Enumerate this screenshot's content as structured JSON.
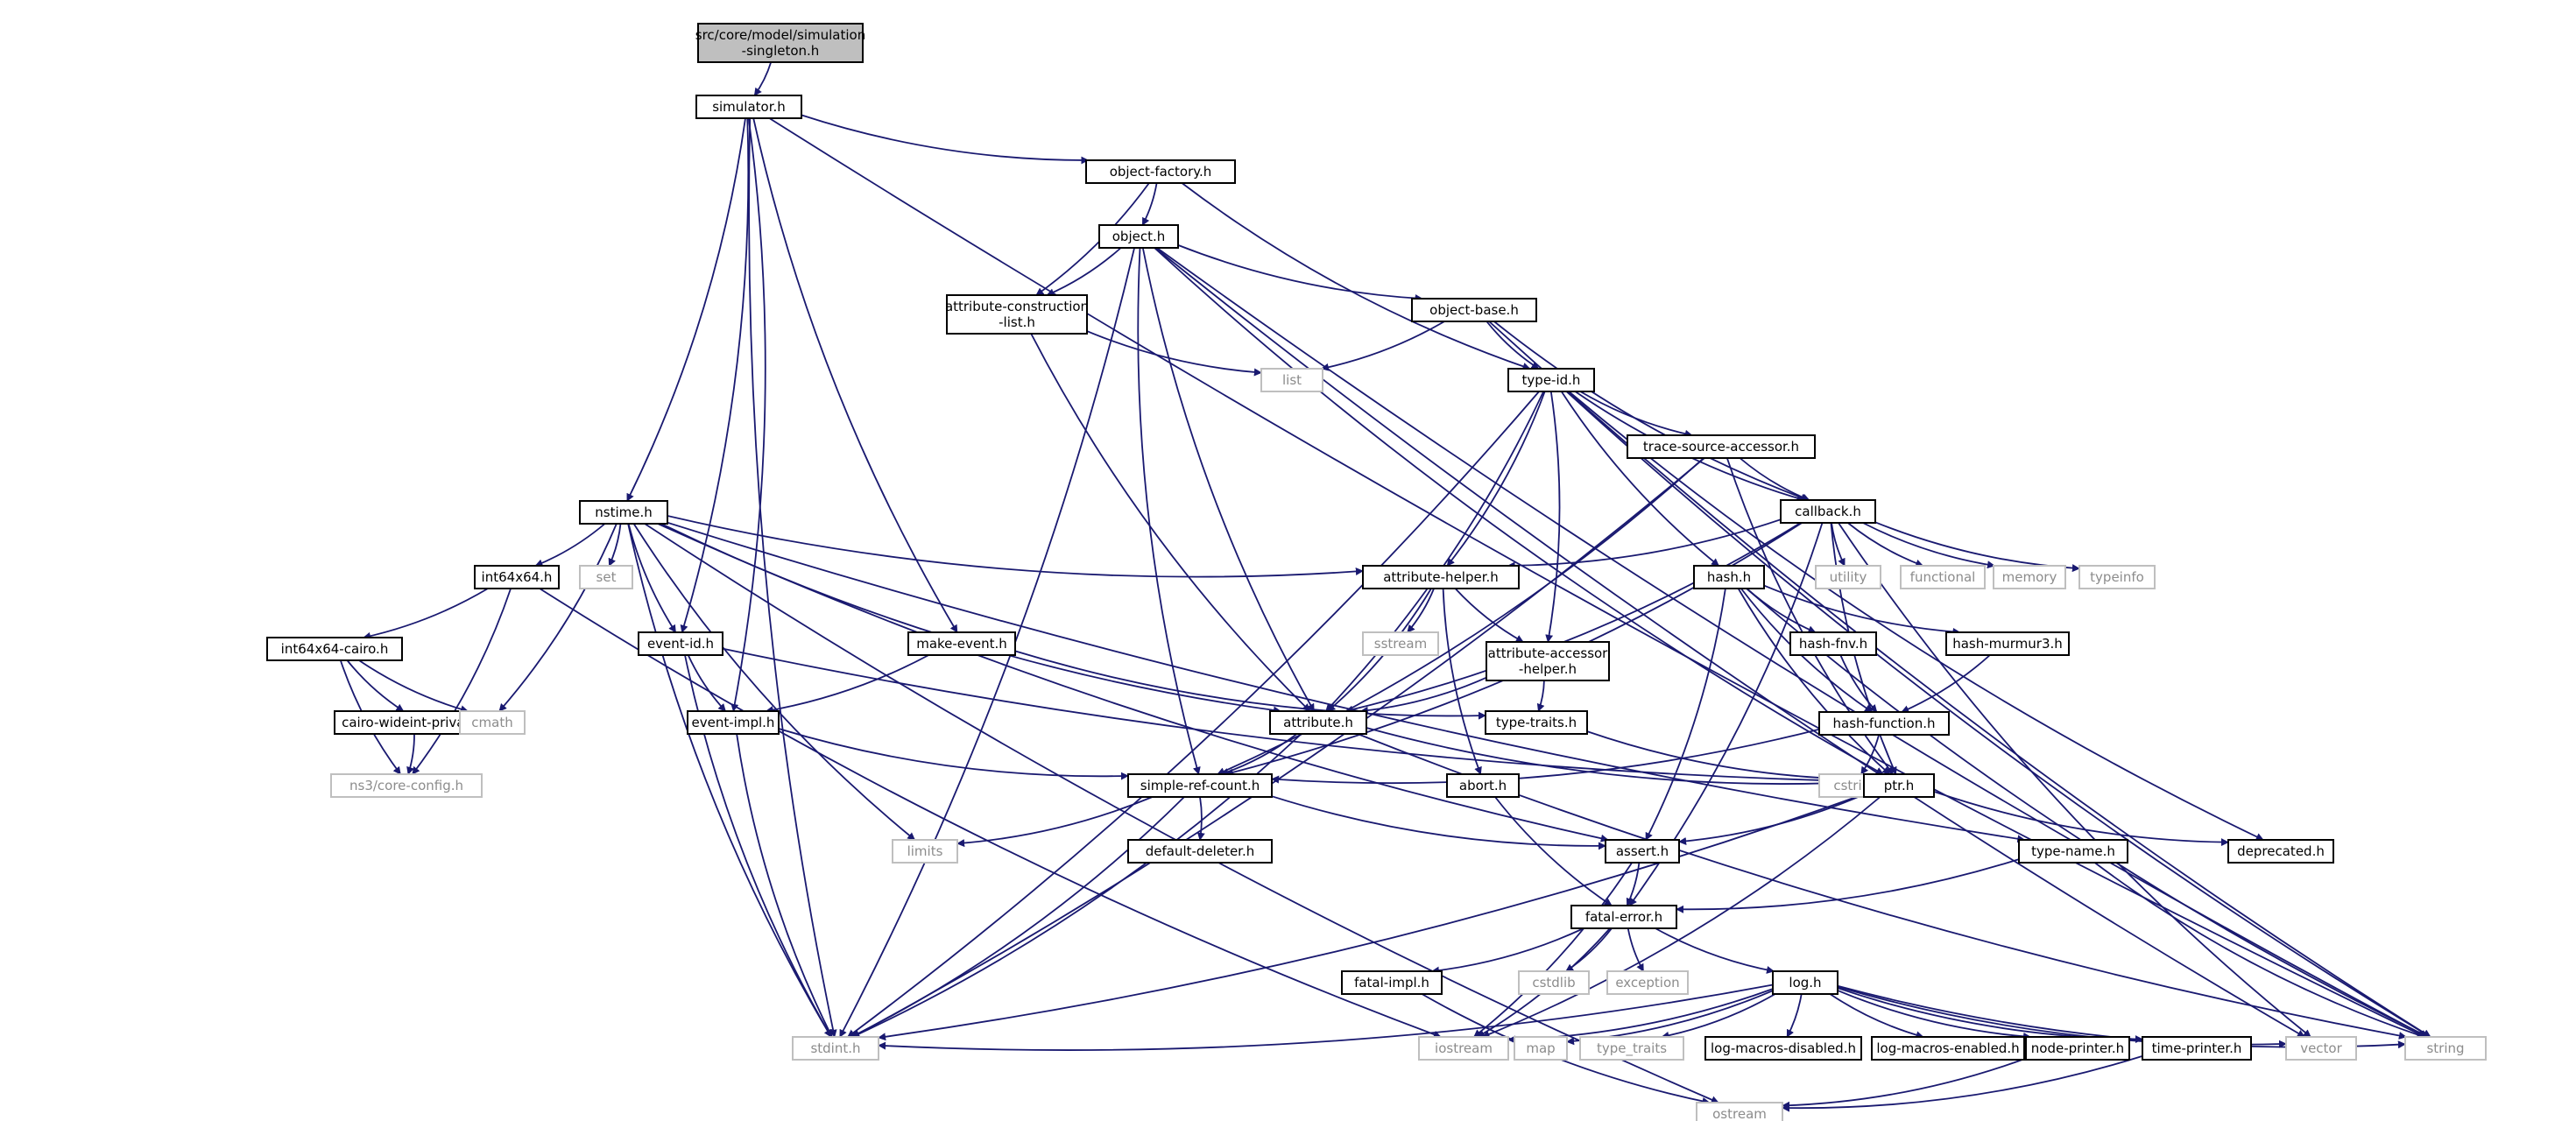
{
  "diagram": {
    "colors": {
      "edge": "#191970",
      "root_fill": "#bfbfbf",
      "root_stroke": "#000000",
      "header_stroke": "#000000",
      "system_stroke": "#bfbfbf",
      "system_text": "#8c8c8c",
      "text": "#000000"
    },
    "nodes": [
      {
        "id": "root",
        "label": "src/core/model/simulation\n-singleton.h",
        "kind": "root"
      },
      {
        "id": "simulator",
        "label": "simulator.h",
        "kind": "header"
      },
      {
        "id": "object_factory",
        "label": "object-factory.h",
        "kind": "header"
      },
      {
        "id": "object",
        "label": "object.h",
        "kind": "header"
      },
      {
        "id": "attr_construction",
        "label": "attribute-construction\n-list.h",
        "kind": "header"
      },
      {
        "id": "object_base",
        "label": "object-base.h",
        "kind": "header"
      },
      {
        "id": "list",
        "label": "list",
        "kind": "system"
      },
      {
        "id": "type_id",
        "label": "type-id.h",
        "kind": "header"
      },
      {
        "id": "trace_source",
        "label": "trace-source-accessor.h",
        "kind": "header"
      },
      {
        "id": "callback",
        "label": "callback.h",
        "kind": "header"
      },
      {
        "id": "nstime",
        "label": "nstime.h",
        "kind": "header"
      },
      {
        "id": "int64x64",
        "label": "int64x64.h",
        "kind": "header"
      },
      {
        "id": "set",
        "label": "set",
        "kind": "system"
      },
      {
        "id": "event_id",
        "label": "event-id.h",
        "kind": "header"
      },
      {
        "id": "make_event",
        "label": "make-event.h",
        "kind": "header"
      },
      {
        "id": "attr_helper",
        "label": "attribute-helper.h",
        "kind": "header"
      },
      {
        "id": "sstream",
        "label": "sstream",
        "kind": "system"
      },
      {
        "id": "attr_accessor",
        "label": "attribute-accessor\n-helper.h",
        "kind": "header"
      },
      {
        "id": "utility",
        "label": "utility",
        "kind": "system"
      },
      {
        "id": "functional",
        "label": "functional",
        "kind": "system"
      },
      {
        "id": "memory",
        "label": "memory",
        "kind": "system"
      },
      {
        "id": "typeinfo",
        "label": "typeinfo",
        "kind": "system"
      },
      {
        "id": "hash",
        "label": "hash.h",
        "kind": "header"
      },
      {
        "id": "hash_fnv",
        "label": "hash-fnv.h",
        "kind": "header"
      },
      {
        "id": "hash_murmur3",
        "label": "hash-murmur3.h",
        "kind": "header"
      },
      {
        "id": "hash_function",
        "label": "hash-function.h",
        "kind": "header"
      },
      {
        "id": "int64x64_cairo",
        "label": "int64x64-cairo.h",
        "kind": "header"
      },
      {
        "id": "cairo_wideint",
        "label": "cairo-wideint-private.h",
        "kind": "header"
      },
      {
        "id": "cmath",
        "label": "cmath",
        "kind": "system"
      },
      {
        "id": "core_config",
        "label": "ns3/core-config.h",
        "kind": "system"
      },
      {
        "id": "event_impl",
        "label": "event-impl.h",
        "kind": "header"
      },
      {
        "id": "attribute",
        "label": "attribute.h",
        "kind": "header"
      },
      {
        "id": "type_traits_h",
        "label": "type-traits.h",
        "kind": "header"
      },
      {
        "id": "cstring",
        "label": "cstring",
        "kind": "system"
      },
      {
        "id": "ptr",
        "label": "ptr.h",
        "kind": "header"
      },
      {
        "id": "simple_ref",
        "label": "simple-ref-count.h",
        "kind": "header"
      },
      {
        "id": "abort",
        "label": "abort.h",
        "kind": "header"
      },
      {
        "id": "limits",
        "label": "limits",
        "kind": "system"
      },
      {
        "id": "default_deleter",
        "label": "default-deleter.h",
        "kind": "header"
      },
      {
        "id": "assert",
        "label": "assert.h",
        "kind": "header"
      },
      {
        "id": "type_name",
        "label": "type-name.h",
        "kind": "header"
      },
      {
        "id": "deprecated",
        "label": "deprecated.h",
        "kind": "header"
      },
      {
        "id": "fatal_error",
        "label": "fatal-error.h",
        "kind": "header"
      },
      {
        "id": "fatal_impl",
        "label": "fatal-impl.h",
        "kind": "header"
      },
      {
        "id": "cstdlib",
        "label": "cstdlib",
        "kind": "system"
      },
      {
        "id": "exception",
        "label": "exception",
        "kind": "system"
      },
      {
        "id": "log",
        "label": "log.h",
        "kind": "header"
      },
      {
        "id": "stdint",
        "label": "stdint.h",
        "kind": "system"
      },
      {
        "id": "iostream",
        "label": "iostream",
        "kind": "system"
      },
      {
        "id": "map",
        "label": "map",
        "kind": "system"
      },
      {
        "id": "type_traits",
        "label": "type_traits",
        "kind": "system"
      },
      {
        "id": "log_disabled",
        "label": "log-macros-disabled.h",
        "kind": "header"
      },
      {
        "id": "log_enabled",
        "label": "log-macros-enabled.h",
        "kind": "header"
      },
      {
        "id": "node_printer",
        "label": "node-printer.h",
        "kind": "header"
      },
      {
        "id": "time_printer",
        "label": "time-printer.h",
        "kind": "header"
      },
      {
        "id": "vector",
        "label": "vector",
        "kind": "system"
      },
      {
        "id": "string",
        "label": "string",
        "kind": "system"
      },
      {
        "id": "ostream",
        "label": "ostream",
        "kind": "system"
      }
    ],
    "edges": [
      [
        "root",
        "simulator"
      ],
      [
        "simulator",
        "object_factory"
      ],
      [
        "simulator",
        "nstime"
      ],
      [
        "simulator",
        "event_id"
      ],
      [
        "simulator",
        "make_event"
      ],
      [
        "simulator",
        "event_impl"
      ],
      [
        "simulator",
        "stdint"
      ],
      [
        "simulator",
        "string"
      ],
      [
        "object_factory",
        "object"
      ],
      [
        "object_factory",
        "attr_construction"
      ],
      [
        "object_factory",
        "type_id"
      ],
      [
        "object",
        "attr_construction"
      ],
      [
        "object",
        "object_base"
      ],
      [
        "object",
        "attribute"
      ],
      [
        "object",
        "simple_ref"
      ],
      [
        "object",
        "ptr"
      ],
      [
        "object",
        "stdint"
      ],
      [
        "object",
        "vector"
      ],
      [
        "object",
        "string"
      ],
      [
        "attr_construction",
        "list"
      ],
      [
        "attr_construction",
        "attribute"
      ],
      [
        "object_base",
        "type_id"
      ],
      [
        "object_base",
        "list"
      ],
      [
        "object_base",
        "callback"
      ],
      [
        "object_base",
        "string"
      ],
      [
        "type_id",
        "trace_source"
      ],
      [
        "type_id",
        "callback"
      ],
      [
        "type_id",
        "attr_helper"
      ],
      [
        "type_id",
        "attr_accessor"
      ],
      [
        "type_id",
        "attribute"
      ],
      [
        "type_id",
        "hash"
      ],
      [
        "type_id",
        "stdint"
      ],
      [
        "type_id",
        "deprecated"
      ],
      [
        "type_id",
        "string"
      ],
      [
        "trace_source",
        "callback"
      ],
      [
        "trace_source",
        "simple_ref"
      ],
      [
        "trace_source",
        "ptr"
      ],
      [
        "trace_source",
        "stdint"
      ],
      [
        "callback",
        "attr_helper"
      ],
      [
        "callback",
        "attribute"
      ],
      [
        "callback",
        "simple_ref"
      ],
      [
        "callback",
        "ptr"
      ],
      [
        "callback",
        "fatal_error"
      ],
      [
        "callback",
        "utility"
      ],
      [
        "callback",
        "functional"
      ],
      [
        "callback",
        "memory"
      ],
      [
        "callback",
        "typeinfo"
      ],
      [
        "callback",
        "vector"
      ],
      [
        "nstime",
        "int64x64"
      ],
      [
        "nstime",
        "set"
      ],
      [
        "nstime",
        "event_id"
      ],
      [
        "nstime",
        "attr_helper"
      ],
      [
        "nstime",
        "attribute"
      ],
      [
        "nstime",
        "assert"
      ],
      [
        "nstime",
        "type_name"
      ],
      [
        "nstime",
        "cmath"
      ],
      [
        "nstime",
        "limits"
      ],
      [
        "nstime",
        "stdint"
      ],
      [
        "nstime",
        "ostream"
      ],
      [
        "int64x64",
        "int64x64_cairo"
      ],
      [
        "int64x64",
        "core_config"
      ],
      [
        "int64x64",
        "iostream"
      ],
      [
        "int64x64_cairo",
        "cairo_wideint"
      ],
      [
        "int64x64_cairo",
        "cmath"
      ],
      [
        "int64x64_cairo",
        "core_config"
      ],
      [
        "cairo_wideint",
        "core_config"
      ],
      [
        "event_id",
        "event_impl"
      ],
      [
        "event_id",
        "ptr"
      ],
      [
        "event_id",
        "stdint"
      ],
      [
        "make_event",
        "event_impl"
      ],
      [
        "make_event",
        "type_traits_h"
      ],
      [
        "event_impl",
        "simple_ref"
      ],
      [
        "event_impl",
        "stdint"
      ],
      [
        "attr_helper",
        "attribute"
      ],
      [
        "attr_helper",
        "attr_accessor"
      ],
      [
        "attr_helper",
        "abort"
      ],
      [
        "attr_helper",
        "sstream"
      ],
      [
        "attr_accessor",
        "attribute"
      ],
      [
        "attr_accessor",
        "type_traits_h"
      ],
      [
        "attribute",
        "simple_ref"
      ],
      [
        "attribute",
        "ptr"
      ],
      [
        "attribute",
        "stdint"
      ],
      [
        "attribute",
        "string"
      ],
      [
        "hash",
        "hash_fnv"
      ],
      [
        "hash",
        "hash_murmur3"
      ],
      [
        "hash",
        "hash_function"
      ],
      [
        "hash",
        "assert"
      ],
      [
        "hash",
        "ptr"
      ],
      [
        "hash",
        "string"
      ],
      [
        "hash_fnv",
        "hash_function"
      ],
      [
        "hash_murmur3",
        "hash_function"
      ],
      [
        "hash_function",
        "simple_ref"
      ],
      [
        "hash_function",
        "cstring"
      ],
      [
        "type_traits_h",
        "ptr"
      ],
      [
        "simple_ref",
        "assert"
      ],
      [
        "simple_ref",
        "default_deleter"
      ],
      [
        "simple_ref",
        "limits"
      ],
      [
        "simple_ref",
        "stdint"
      ],
      [
        "abort",
        "fatal_error"
      ],
      [
        "ptr",
        "assert"
      ],
      [
        "ptr",
        "deprecated"
      ],
      [
        "ptr",
        "iostream"
      ],
      [
        "ptr",
        "stdint"
      ],
      [
        "assert",
        "fatal_error"
      ],
      [
        "assert",
        "iostream"
      ],
      [
        "type_name",
        "fatal_error"
      ],
      [
        "type_name",
        "string"
      ],
      [
        "fatal_error",
        "fatal_impl"
      ],
      [
        "fatal_error",
        "log"
      ],
      [
        "fatal_error",
        "cstdlib"
      ],
      [
        "fatal_error",
        "exception"
      ],
      [
        "fatal_error",
        "iostream"
      ],
      [
        "fatal_impl",
        "ostream"
      ],
      [
        "log",
        "log_disabled"
      ],
      [
        "log",
        "log_enabled"
      ],
      [
        "log",
        "node_printer"
      ],
      [
        "log",
        "time_printer"
      ],
      [
        "log",
        "stdint"
      ],
      [
        "log",
        "iostream"
      ],
      [
        "log",
        "map"
      ],
      [
        "log",
        "type_traits"
      ],
      [
        "log",
        "vector"
      ],
      [
        "log",
        "string"
      ],
      [
        "node_printer",
        "ostream"
      ],
      [
        "time_printer",
        "ostream"
      ]
    ]
  }
}
